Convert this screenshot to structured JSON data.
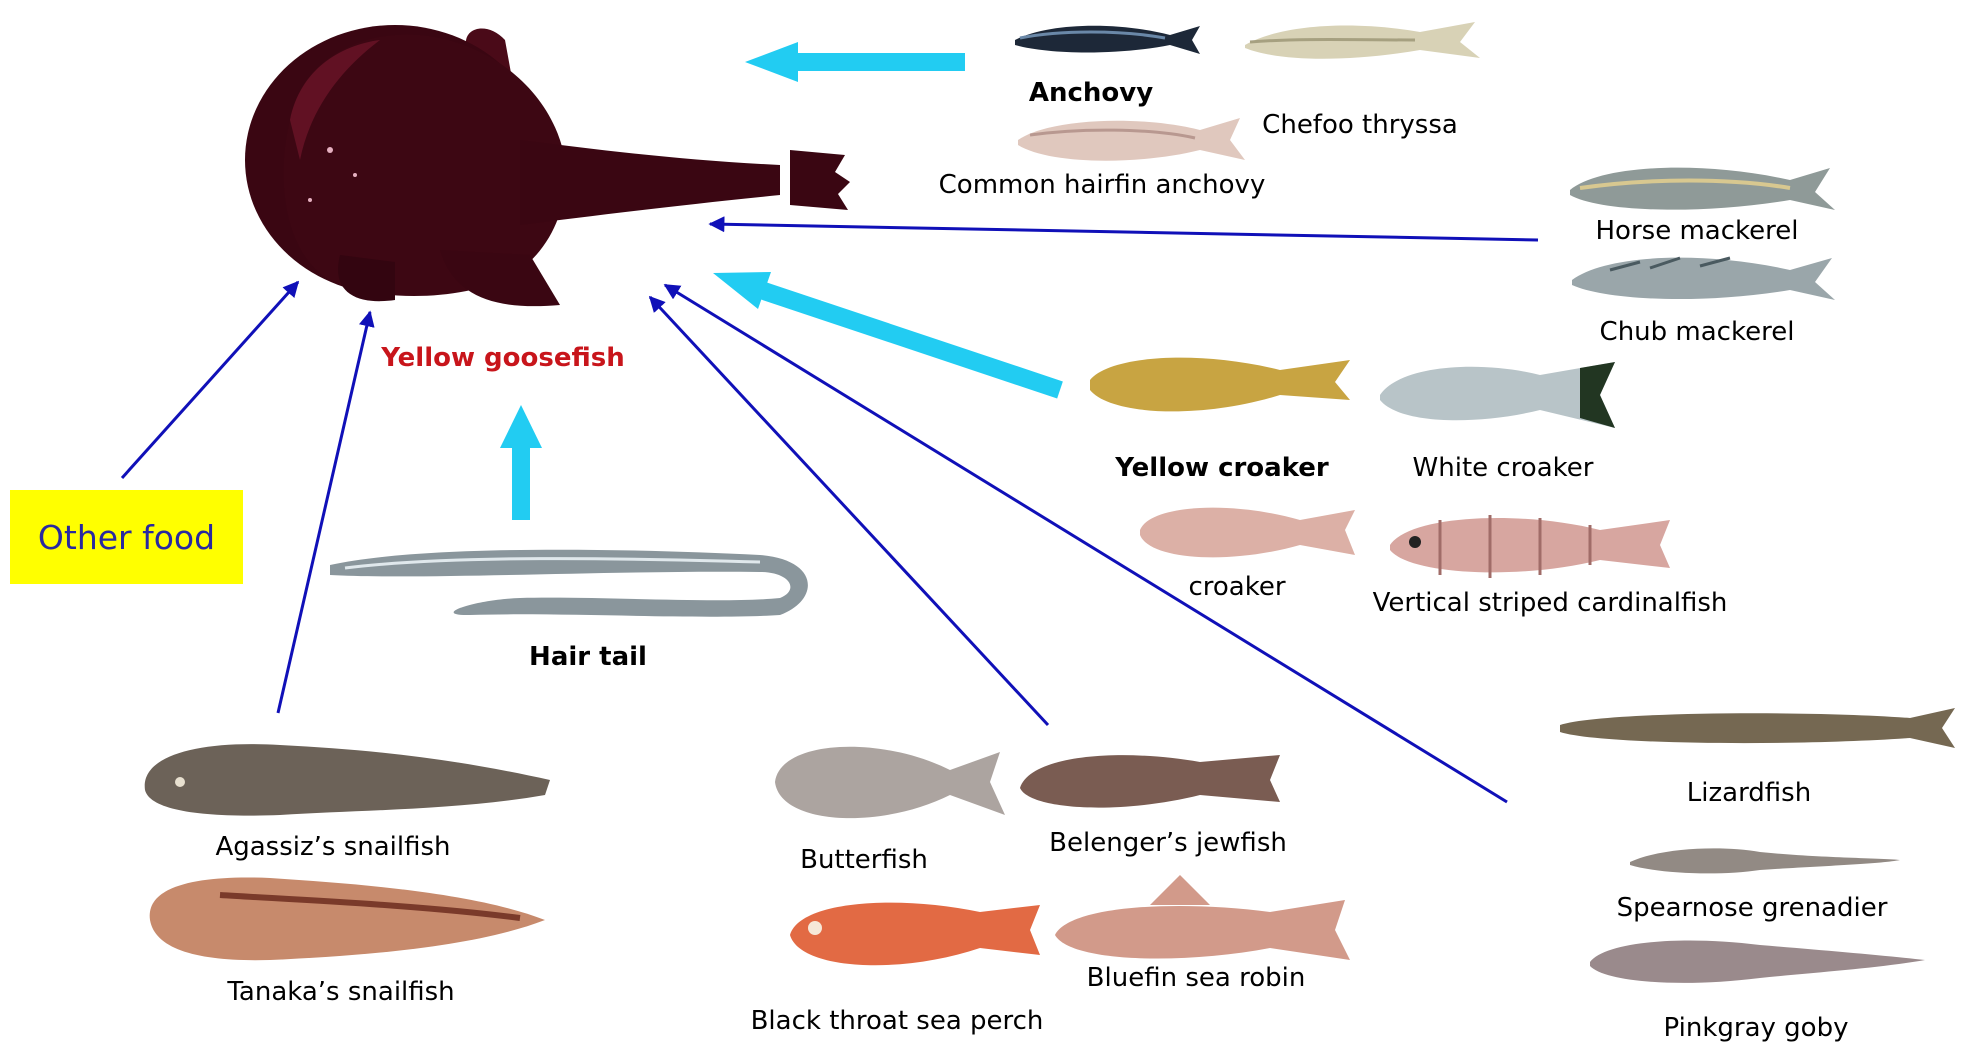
{
  "title": "Yellow goosefish",
  "other_food": "Other food",
  "colors": {
    "title": "#c8151b",
    "thin_arrow": "#1010b8",
    "thick_arrow": "#22ccf2",
    "other_food_bg": "#ffff00",
    "other_food_text": "#2929a0"
  },
  "groups": {
    "anchovy": [
      "Anchovy",
      "Chefoo thryssa",
      "Common hairfin anchovy"
    ],
    "mackerel": [
      "Horse mackerel",
      "Chub mackerel"
    ],
    "croaker": [
      "Yellow croaker",
      "White croaker",
      "croaker",
      "Vertical striped cardinalfish"
    ],
    "hairtail": [
      "Hair tail"
    ],
    "snailfish": [
      "Agassiz’s  snailfish",
      "Tanaka’s  snailfish"
    ],
    "middle": [
      "Butterfish",
      "Belenger’s jewfish",
      "Black throat sea perch",
      "Bluefin sea robin"
    ],
    "deep": [
      "Lizardfish",
      "Spearnose grenadier",
      "Pinkgray goby"
    ]
  }
}
